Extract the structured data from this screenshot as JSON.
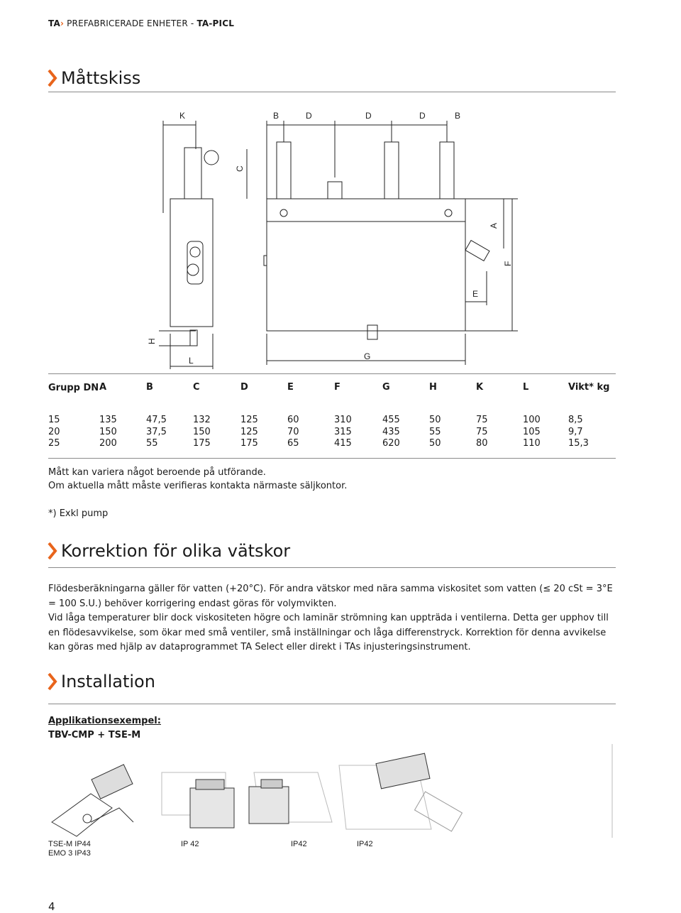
{
  "header": {
    "brand": "TA",
    "chevron": "›",
    "title": "PREFABRICERADE ENHETER - ",
    "product": "TA-PICL"
  },
  "sections": {
    "dimensions": "Måttskiss",
    "correction": "Korrektion för olika vätskor",
    "installation": "Installation"
  },
  "drawing_labels": {
    "k": "K",
    "b1": "B",
    "d1": "D",
    "d2": "D",
    "d3": "D",
    "b2": "B",
    "c": "C",
    "a": "A",
    "f": "F",
    "e": "E",
    "h": "H",
    "l": "L",
    "g": "G"
  },
  "table": {
    "headers": [
      "Grupp DN",
      "A",
      "B",
      "C",
      "D",
      "E",
      "F",
      "G",
      "H",
      "K",
      "L",
      "Vikt* kg"
    ],
    "rows": [
      [
        "15",
        "135",
        "47,5",
        "132",
        "125",
        "60",
        "310",
        "455",
        "50",
        "75",
        "100",
        "8,5"
      ],
      [
        "20",
        "150",
        "37,5",
        "150",
        "125",
        "70",
        "315",
        "435",
        "55",
        "75",
        "105",
        "9,7"
      ],
      [
        "25",
        "200",
        "55",
        "175",
        "175",
        "65",
        "415",
        "620",
        "50",
        "80",
        "110",
        "15,3"
      ]
    ]
  },
  "notes": {
    "line1": "Mått kan variera något beroende på utförande.",
    "line2": "Om aktuella mått måste verifieras kontakta närmaste säljkontor.",
    "footnote": "*) Exkl pump"
  },
  "correction_text": {
    "p1": "Flödesberäkningarna gäller för vatten (+20°C). För andra vätskor med nära samma viskositet som vatten (≤ 20 cSt = 3°E = 100 S.U.) behöver korrigering endast göras för volymvikten.",
    "p2": "Vid låga temperaturer blir dock viskositeten högre och laminär strömning kan uppträda i ventilerna. Detta ger upphov till en flödesavvikelse, som ökar med små ventiler, små inställningar och låga differenstryck. Korrektion för denna avvikelse kan göras med hjälp av dataprogrammet TA Select eller direkt i TAs injusteringsinstrument."
  },
  "application": {
    "label": "Applikationsexempel:",
    "value": "TBV-CMP + TSE-M"
  },
  "install_labels": {
    "l1a": "TSE-M  IP44",
    "l1b": "EMO 3  IP43",
    "l2": "IP 42",
    "l3": "IP42",
    "l4": "IP42"
  },
  "page_number": "4",
  "colors": {
    "accent": "#e8641b",
    "text": "#1a1a1a",
    "rule": "#8a8a8a"
  }
}
